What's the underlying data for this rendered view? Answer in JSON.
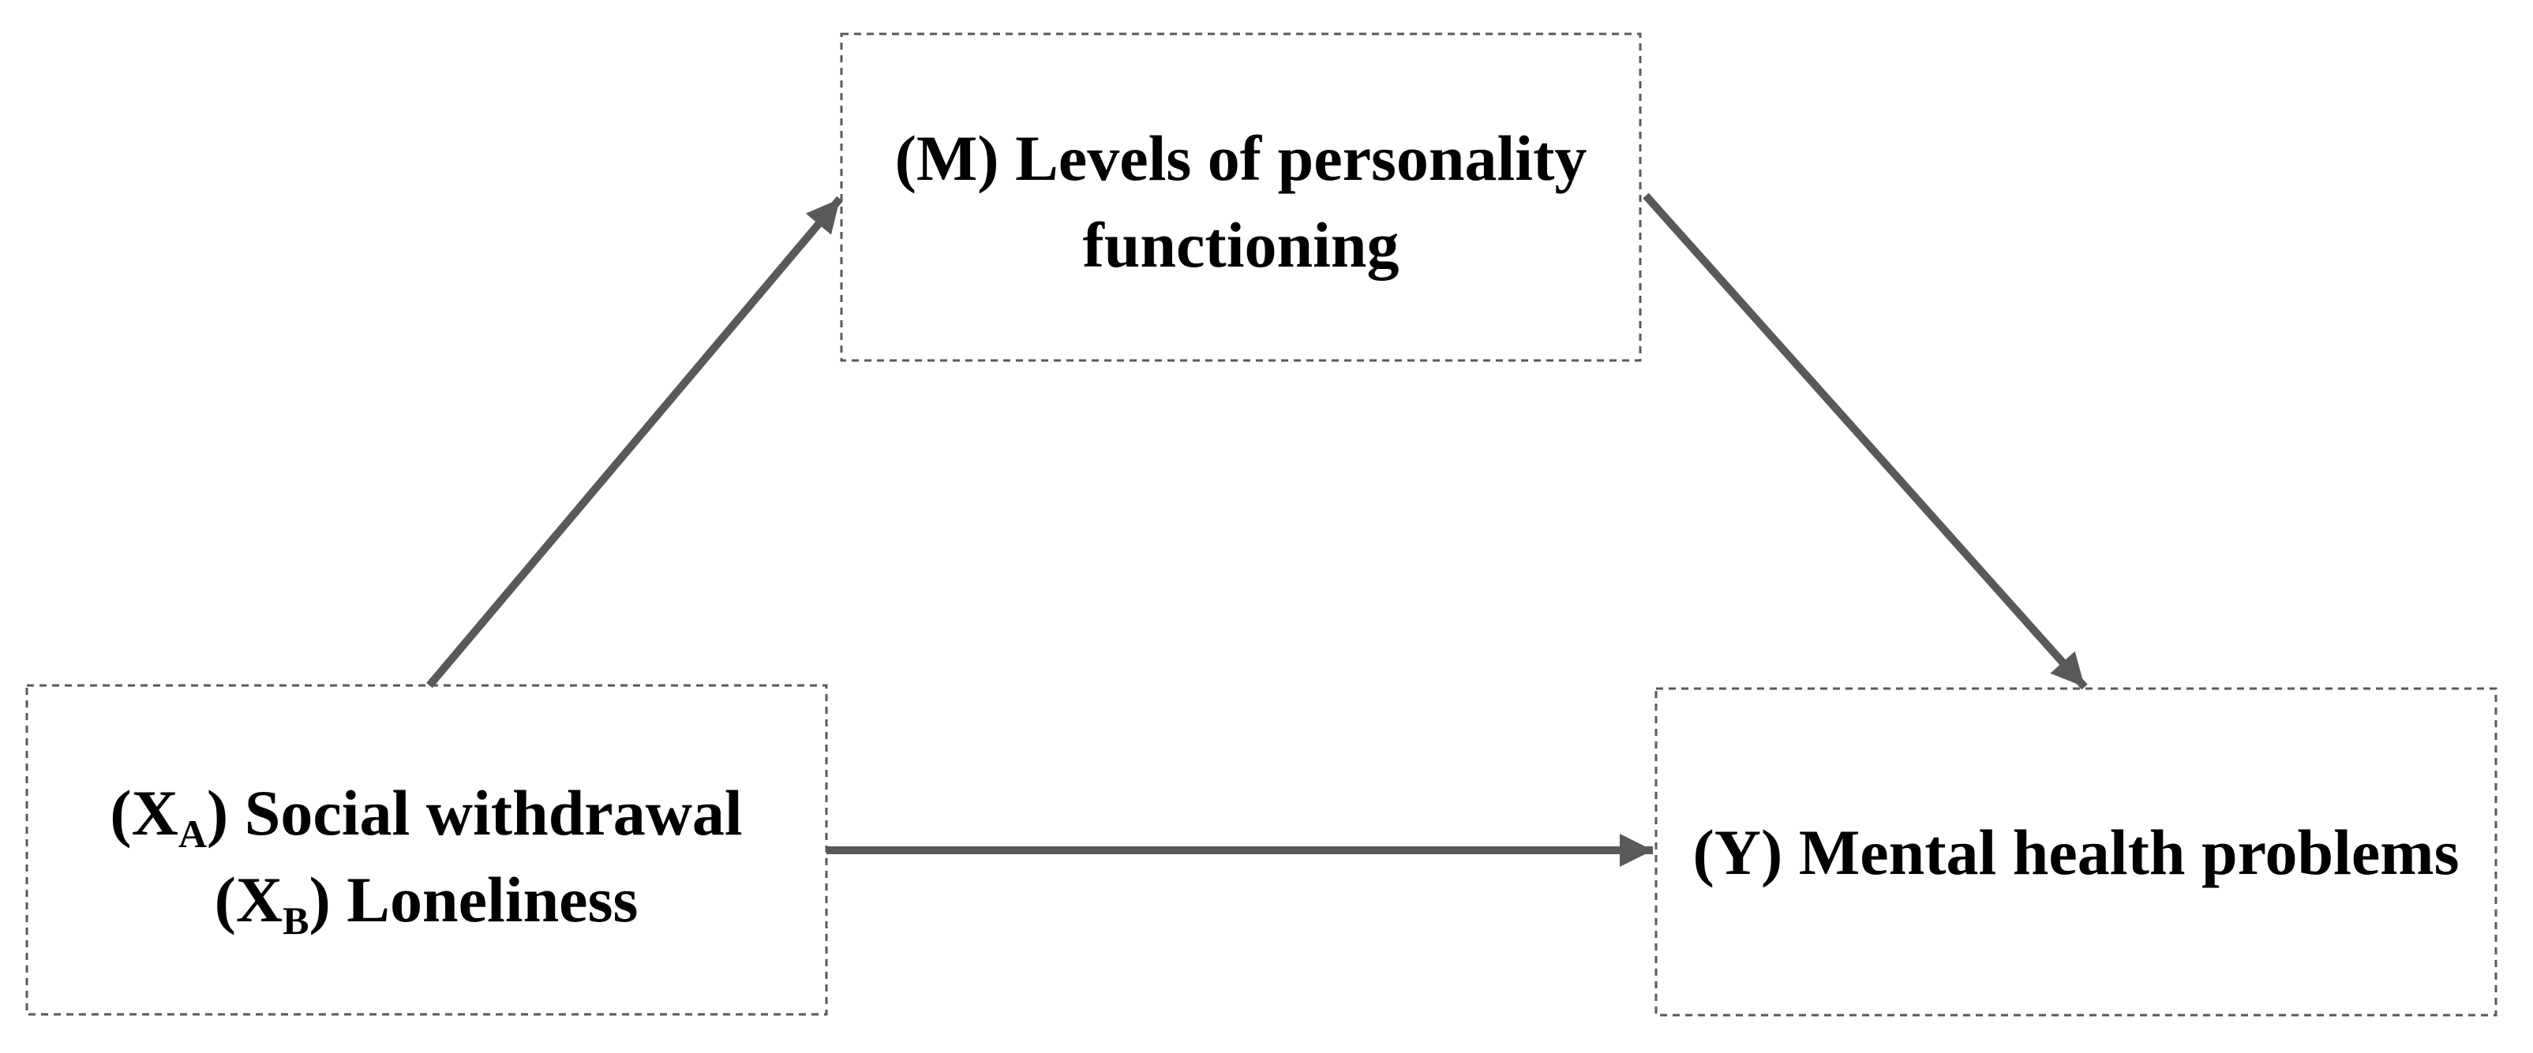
{
  "diagram": {
    "type": "mediation-path-model",
    "colors": {
      "background": "#ffffff",
      "box_border": "#595959",
      "arrow": "#595959",
      "text": "#000000"
    },
    "nodes": {
      "mediator": {
        "line1": "(M) Levels of personality",
        "line2": "functioning"
      },
      "predictor": {
        "line1": {
          "open": "(X",
          "sub": "A",
          "rest": ") Social withdrawal"
        },
        "line2": {
          "open": "(X",
          "sub": "B",
          "rest": ") Loneliness"
        }
      },
      "outcome": {
        "line1": "(Y) Mental health problems"
      }
    },
    "edges": [
      {
        "from": "predictor",
        "to": "mediator"
      },
      {
        "from": "mediator",
        "to": "outcome"
      },
      {
        "from": "predictor",
        "to": "outcome"
      }
    ]
  }
}
